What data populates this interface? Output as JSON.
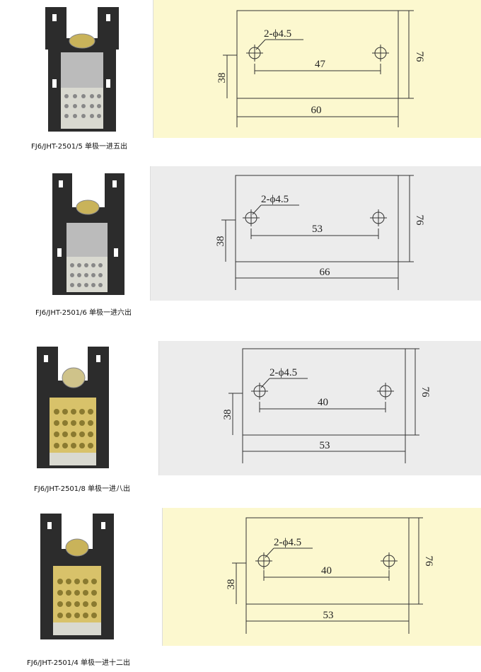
{
  "colors": {
    "panel_yellow": "#fcf8cf",
    "panel_gray": "#ececec",
    "device_body": "#2c2c2c",
    "device_window": "#bbbbbb",
    "terminal_metal": "#d9d9d0",
    "screw_brass": "#d8c26a",
    "line": "#333333"
  },
  "products": [
    {
      "caption": "FJ6/JHT-2501/5 单极一进五出",
      "panel_color": "#fcf8cf",
      "hole_label": "2-ϕ4.5",
      "hole_spacing": "47",
      "width_label": "60",
      "height_label": "76",
      "vertical_spacing": "38",
      "screw_color": "#d9d9d0"
    },
    {
      "caption": "FJ6/JHT-2501/6 单极一进六出",
      "panel_color": "#ececec",
      "hole_label": "2-ϕ4.5",
      "hole_spacing": "53",
      "width_label": "66",
      "height_label": "76",
      "vertical_spacing": "38",
      "screw_color": "#d9d9d0"
    },
    {
      "caption": "FJ6/JHT-2501/8 单极一进八出",
      "panel_color": "#ececec",
      "hole_label": "2-ϕ4.5",
      "hole_spacing": "40",
      "width_label": "53",
      "height_label": "76",
      "vertical_spacing": "38",
      "screw_color": "#d8c26a"
    },
    {
      "caption": "FJ6/JHT-2501/4 单极一进十二出",
      "panel_color": "#fcf8cf",
      "hole_label": "2-ϕ4.5",
      "hole_spacing": "40",
      "width_label": "53",
      "height_label": "76",
      "vertical_spacing": "38",
      "screw_color": "#d8c26a"
    }
  ]
}
